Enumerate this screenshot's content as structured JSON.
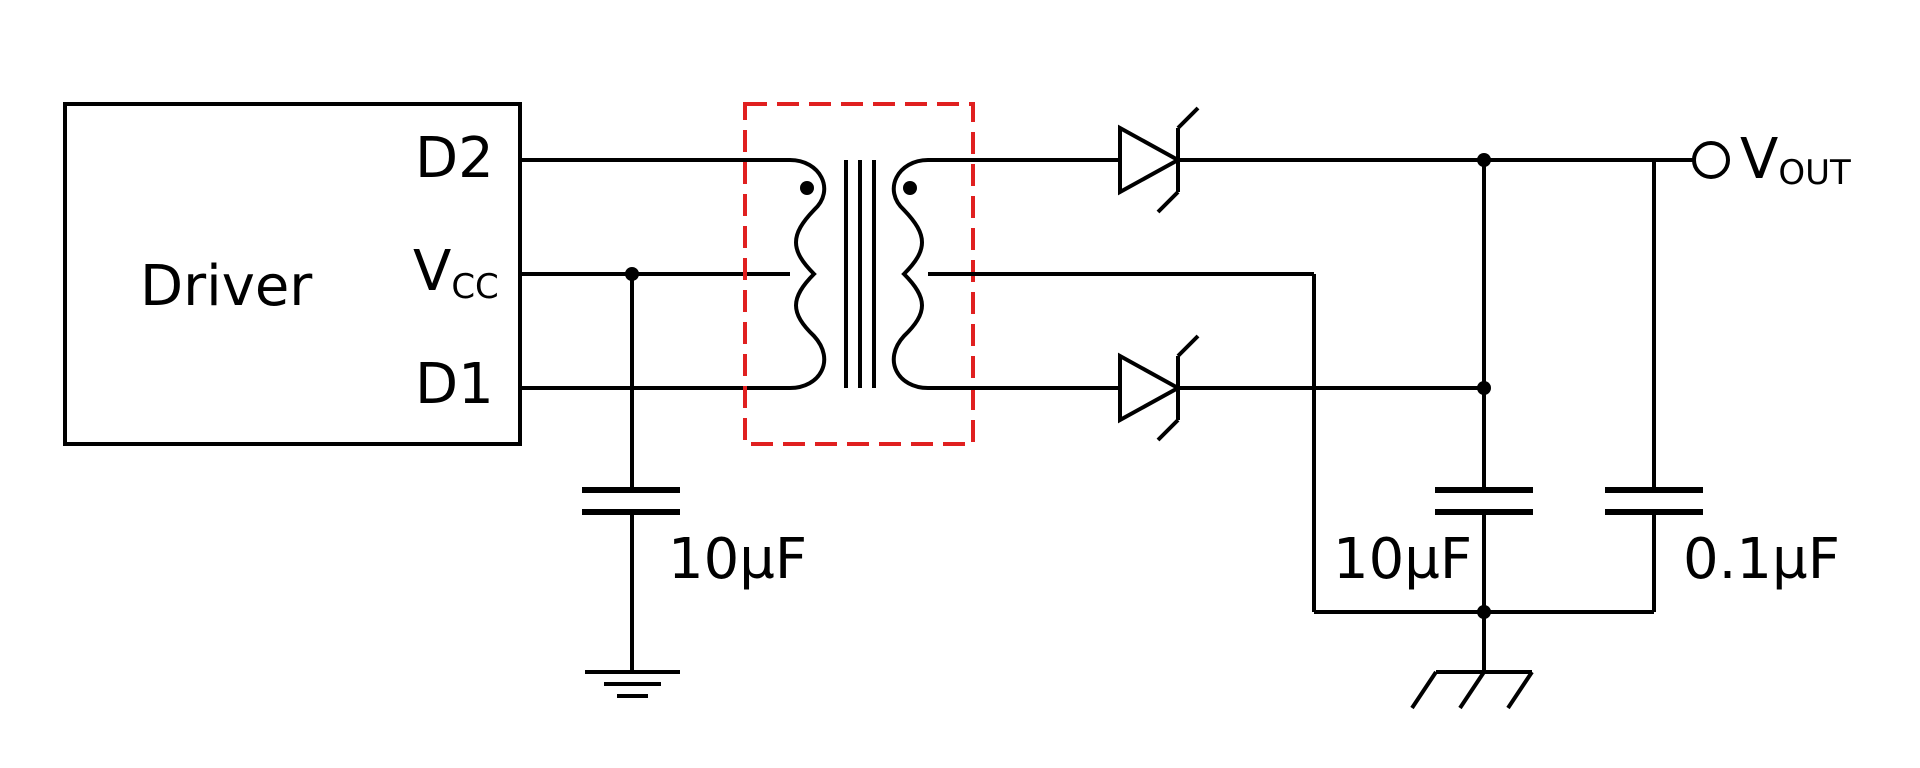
{
  "driver": {
    "label": "Driver",
    "pins": {
      "d2": "D2",
      "vcc_main": "V",
      "vcc_sub": "CC",
      "d1": "D1"
    }
  },
  "output": {
    "label_main": "V",
    "label_sub": "OUT"
  },
  "capacitors": {
    "input": "10µF",
    "bulk": "10µF",
    "bypass": "0.1µF"
  },
  "colors": {
    "wire": "#000000",
    "transformer_outline": "#e02020"
  }
}
